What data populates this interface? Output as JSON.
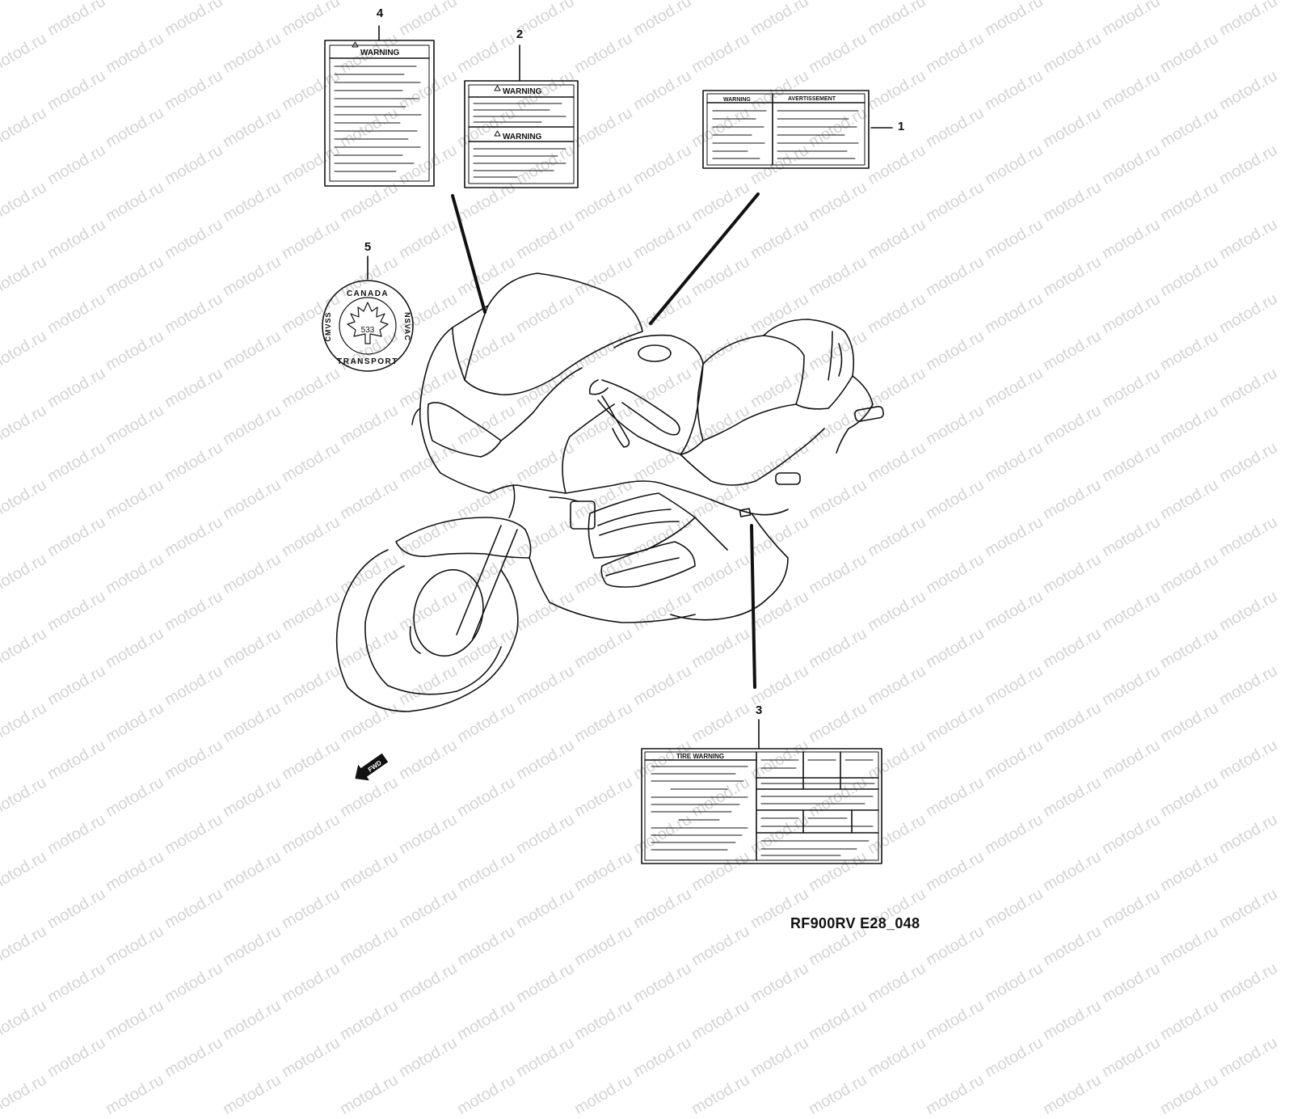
{
  "watermark_text": "motod.ru",
  "diagram_code": "RF900RV E28_048",
  "callouts": [
    "1",
    "2",
    "3",
    "4",
    "5"
  ],
  "labels": {
    "warning_1": "WARNING",
    "avertissement": "AVERTISSEMENT",
    "warning_2a": "WARNING",
    "warning_2b": "WARNING",
    "tire_warning": "TIRE WARNING",
    "warning_4": "WARNING"
  },
  "seal": {
    "country": "CANADA",
    "agency": "TRANSPORT",
    "left": "CMVSS",
    "right": "NSVAC",
    "code": "533"
  },
  "fwd_label": "FWD",
  "line_color": "#111111",
  "watermark_color": "#d4d4d4"
}
